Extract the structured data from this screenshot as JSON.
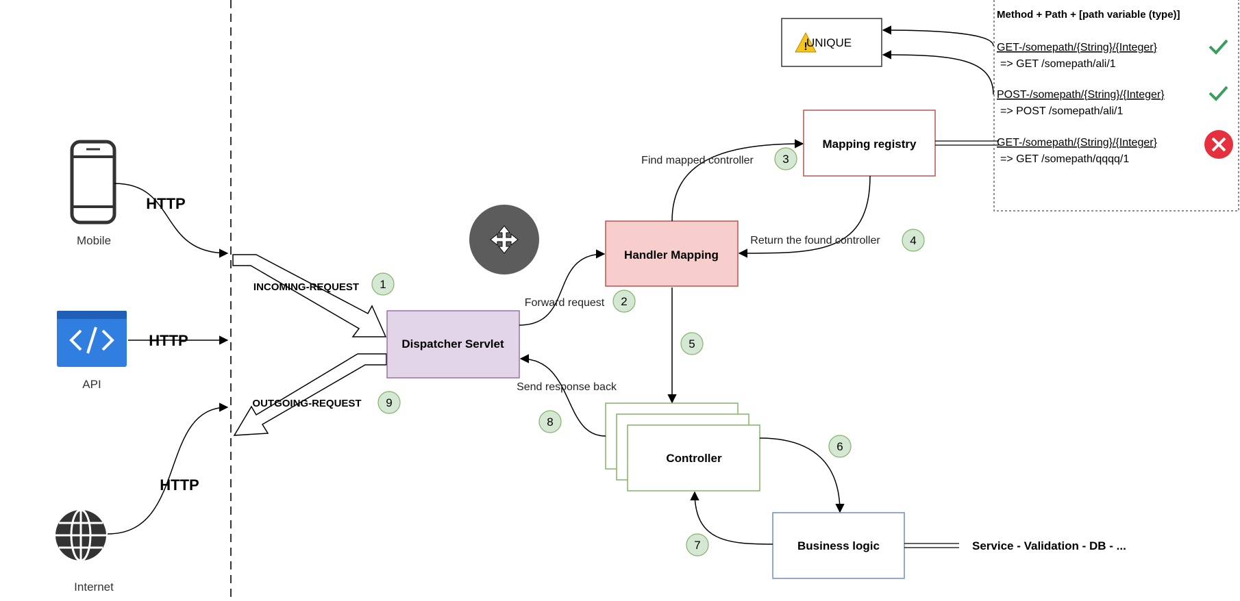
{
  "clients": {
    "mobile": {
      "label": "Mobile",
      "protocol": "HTTP"
    },
    "api": {
      "label": "API",
      "protocol": "HTTP"
    },
    "internet": {
      "label": "Internet",
      "protocol": "HTTP"
    }
  },
  "flow": {
    "incoming": {
      "label": "INCOMING-REQUEST",
      "step": "1"
    },
    "outgoing": {
      "label": "OUTGOING-REQUEST",
      "step": "9"
    },
    "forward": {
      "label": "Forward request",
      "step": "2"
    },
    "find": {
      "label": "Find mapped controller",
      "step": "3"
    },
    "return_found": {
      "label": "Return the found controller",
      "step": "4"
    },
    "to_controller": {
      "step": "5"
    },
    "to_business": {
      "step": "6"
    },
    "back_controller": {
      "step": "7"
    },
    "send_back": {
      "label": "Send response back",
      "step": "8"
    }
  },
  "nodes": {
    "dispatcher": "Dispatcher Servlet",
    "handler": "Handler Mapping",
    "registry": "Mapping registry",
    "controller": "Controller",
    "business": "Business logic",
    "service_chain": "Service - Validation - DB - ...",
    "unique": "UNIQUE"
  },
  "registry_panel": {
    "title": "Method + Path + [path variable (type)]",
    "entries": [
      {
        "signature": "GET-/somepath/{String}/{Integer}",
        "example": "=> GET /somepath/ali/1",
        "status": "valid"
      },
      {
        "signature": "POST-/somepath/{String}/{Integer}",
        "example": "=> POST /somepath/ali/1",
        "status": "valid"
      },
      {
        "signature": "GET-/somepath/{String}/{Integer}",
        "example": "=> GET /somepath/qqqq/1",
        "status": "invalid"
      }
    ]
  },
  "colors": {
    "dispatcher_fill": "#e1d5e7",
    "dispatcher_stroke": "#9673a6",
    "handler_fill": "#f8cecc",
    "handler_stroke": "#b85450",
    "registry_stroke": "#b85450",
    "controller_stroke": "#82b366",
    "business_stroke": "#6c8ebf",
    "badge_fill": "#d5e8d4",
    "badge_stroke": "#82b366",
    "api_blue": "#2f7ee0",
    "check_green": "#3a9d5d",
    "cross_red": "#e5303d",
    "warn_yellow": "#f5c518"
  }
}
